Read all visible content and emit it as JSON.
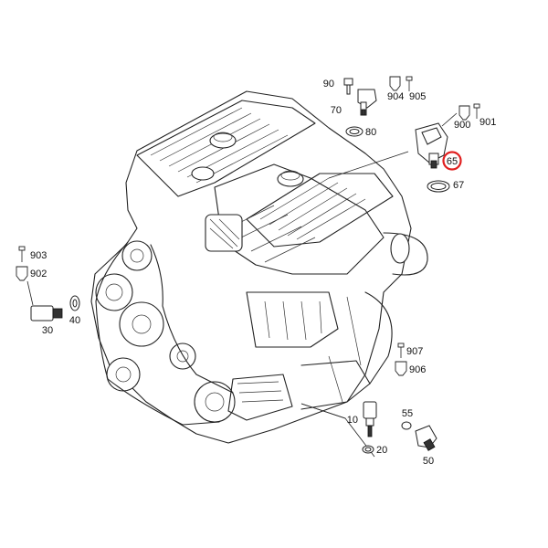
{
  "callouts": [
    {
      "id": "90",
      "text": "90"
    },
    {
      "id": "70",
      "text": "70"
    },
    {
      "id": "904",
      "text": "904"
    },
    {
      "id": "905",
      "text": "905"
    },
    {
      "id": "80",
      "text": "80"
    },
    {
      "id": "900",
      "text": "900"
    },
    {
      "id": "901",
      "text": "901"
    },
    {
      "id": "65",
      "text": "65"
    },
    {
      "id": "67",
      "text": "67"
    },
    {
      "id": "903",
      "text": "903"
    },
    {
      "id": "902",
      "text": "902"
    },
    {
      "id": "40",
      "text": "40"
    },
    {
      "id": "30",
      "text": "30"
    },
    {
      "id": "907",
      "text": "907"
    },
    {
      "id": "906",
      "text": "906"
    },
    {
      "id": "10",
      "text": "10"
    },
    {
      "id": "55",
      "text": "55"
    },
    {
      "id": "20",
      "text": "20"
    },
    {
      "id": "50",
      "text": "50"
    }
  ],
  "highlight": {
    "callout": "65",
    "color": "#e02020"
  },
  "colors": {
    "line": "#222222",
    "background": "#ffffff"
  }
}
